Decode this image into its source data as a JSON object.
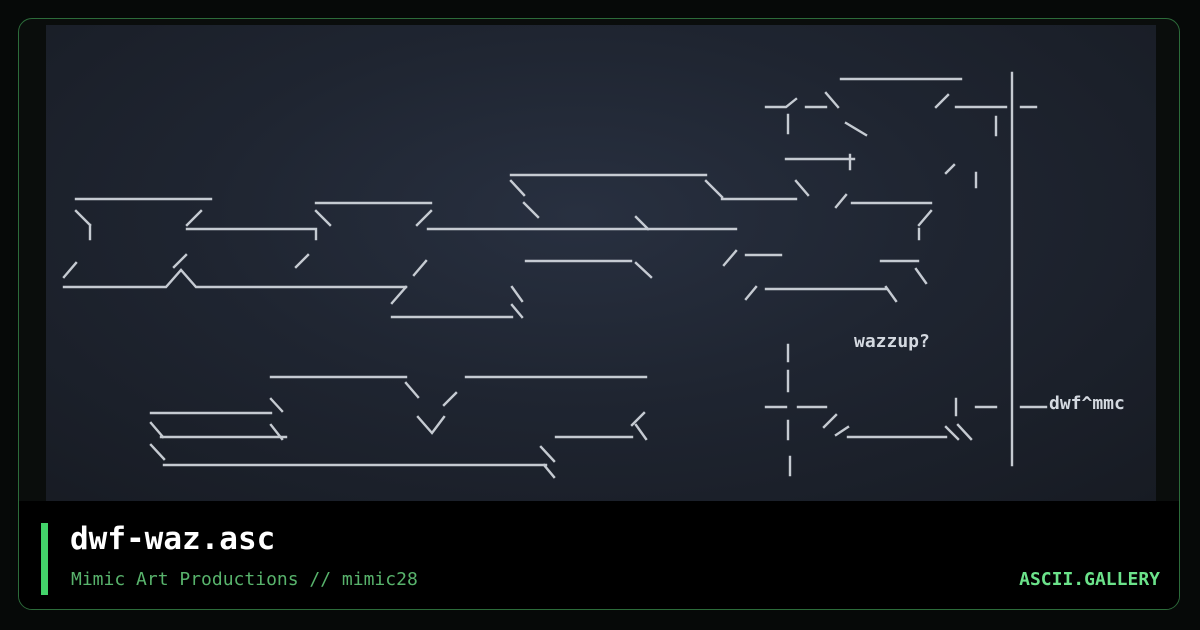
{
  "art": {
    "labels": [
      {
        "id": "wazzup",
        "text": "wazzup?"
      },
      {
        "id": "signature",
        "text": "dwf^mmc"
      }
    ]
  },
  "footer": {
    "title": "dwf-waz.asc",
    "subtitle": "Mimic Art Productions // mimic28",
    "brand": "ASCII.GALLERY"
  },
  "colors": {
    "accent": "#43d36a",
    "brand": "#6be28a",
    "subtitle": "#58b36c",
    "art_ink": "#d4d9e0",
    "frame_border": "#2c6b3a"
  }
}
